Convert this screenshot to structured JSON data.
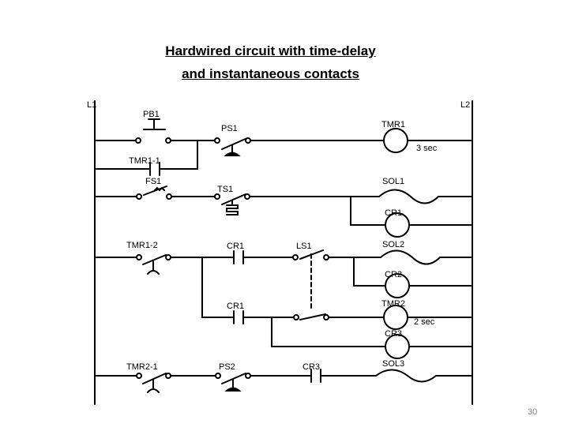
{
  "slide": {
    "title_line1": "Hardwired circuit with time-delay",
    "title_line2": "and instantaneous contacts",
    "page_number": "30"
  },
  "diagram": {
    "rails": {
      "left": "L1",
      "right": "L2"
    },
    "labels": {
      "pb1": "PB1",
      "ps1": "PS1",
      "tmr1": "TMR1",
      "tmr1_time": "3 sec",
      "tmr1_1": "TMR1-1",
      "fs1": "FS1",
      "ts1": "TS1",
      "sol1": "SOL1",
      "cr1_coil": "CR1",
      "tmr1_2": "TMR1-2",
      "cr1_contact_a": "CR1",
      "ls1": "LS1",
      "sol2": "SOL2",
      "cr2_coil": "CR2",
      "cr1_contact_b": "CR1",
      "tmr2": "TMR2",
      "tmr2_time": "2 sec",
      "cr3_coil": "CR3",
      "tmr2_1": "TMR2-1",
      "ps2": "PS2",
      "cr3_contact": "CR3",
      "sol3": "SOL3"
    }
  }
}
